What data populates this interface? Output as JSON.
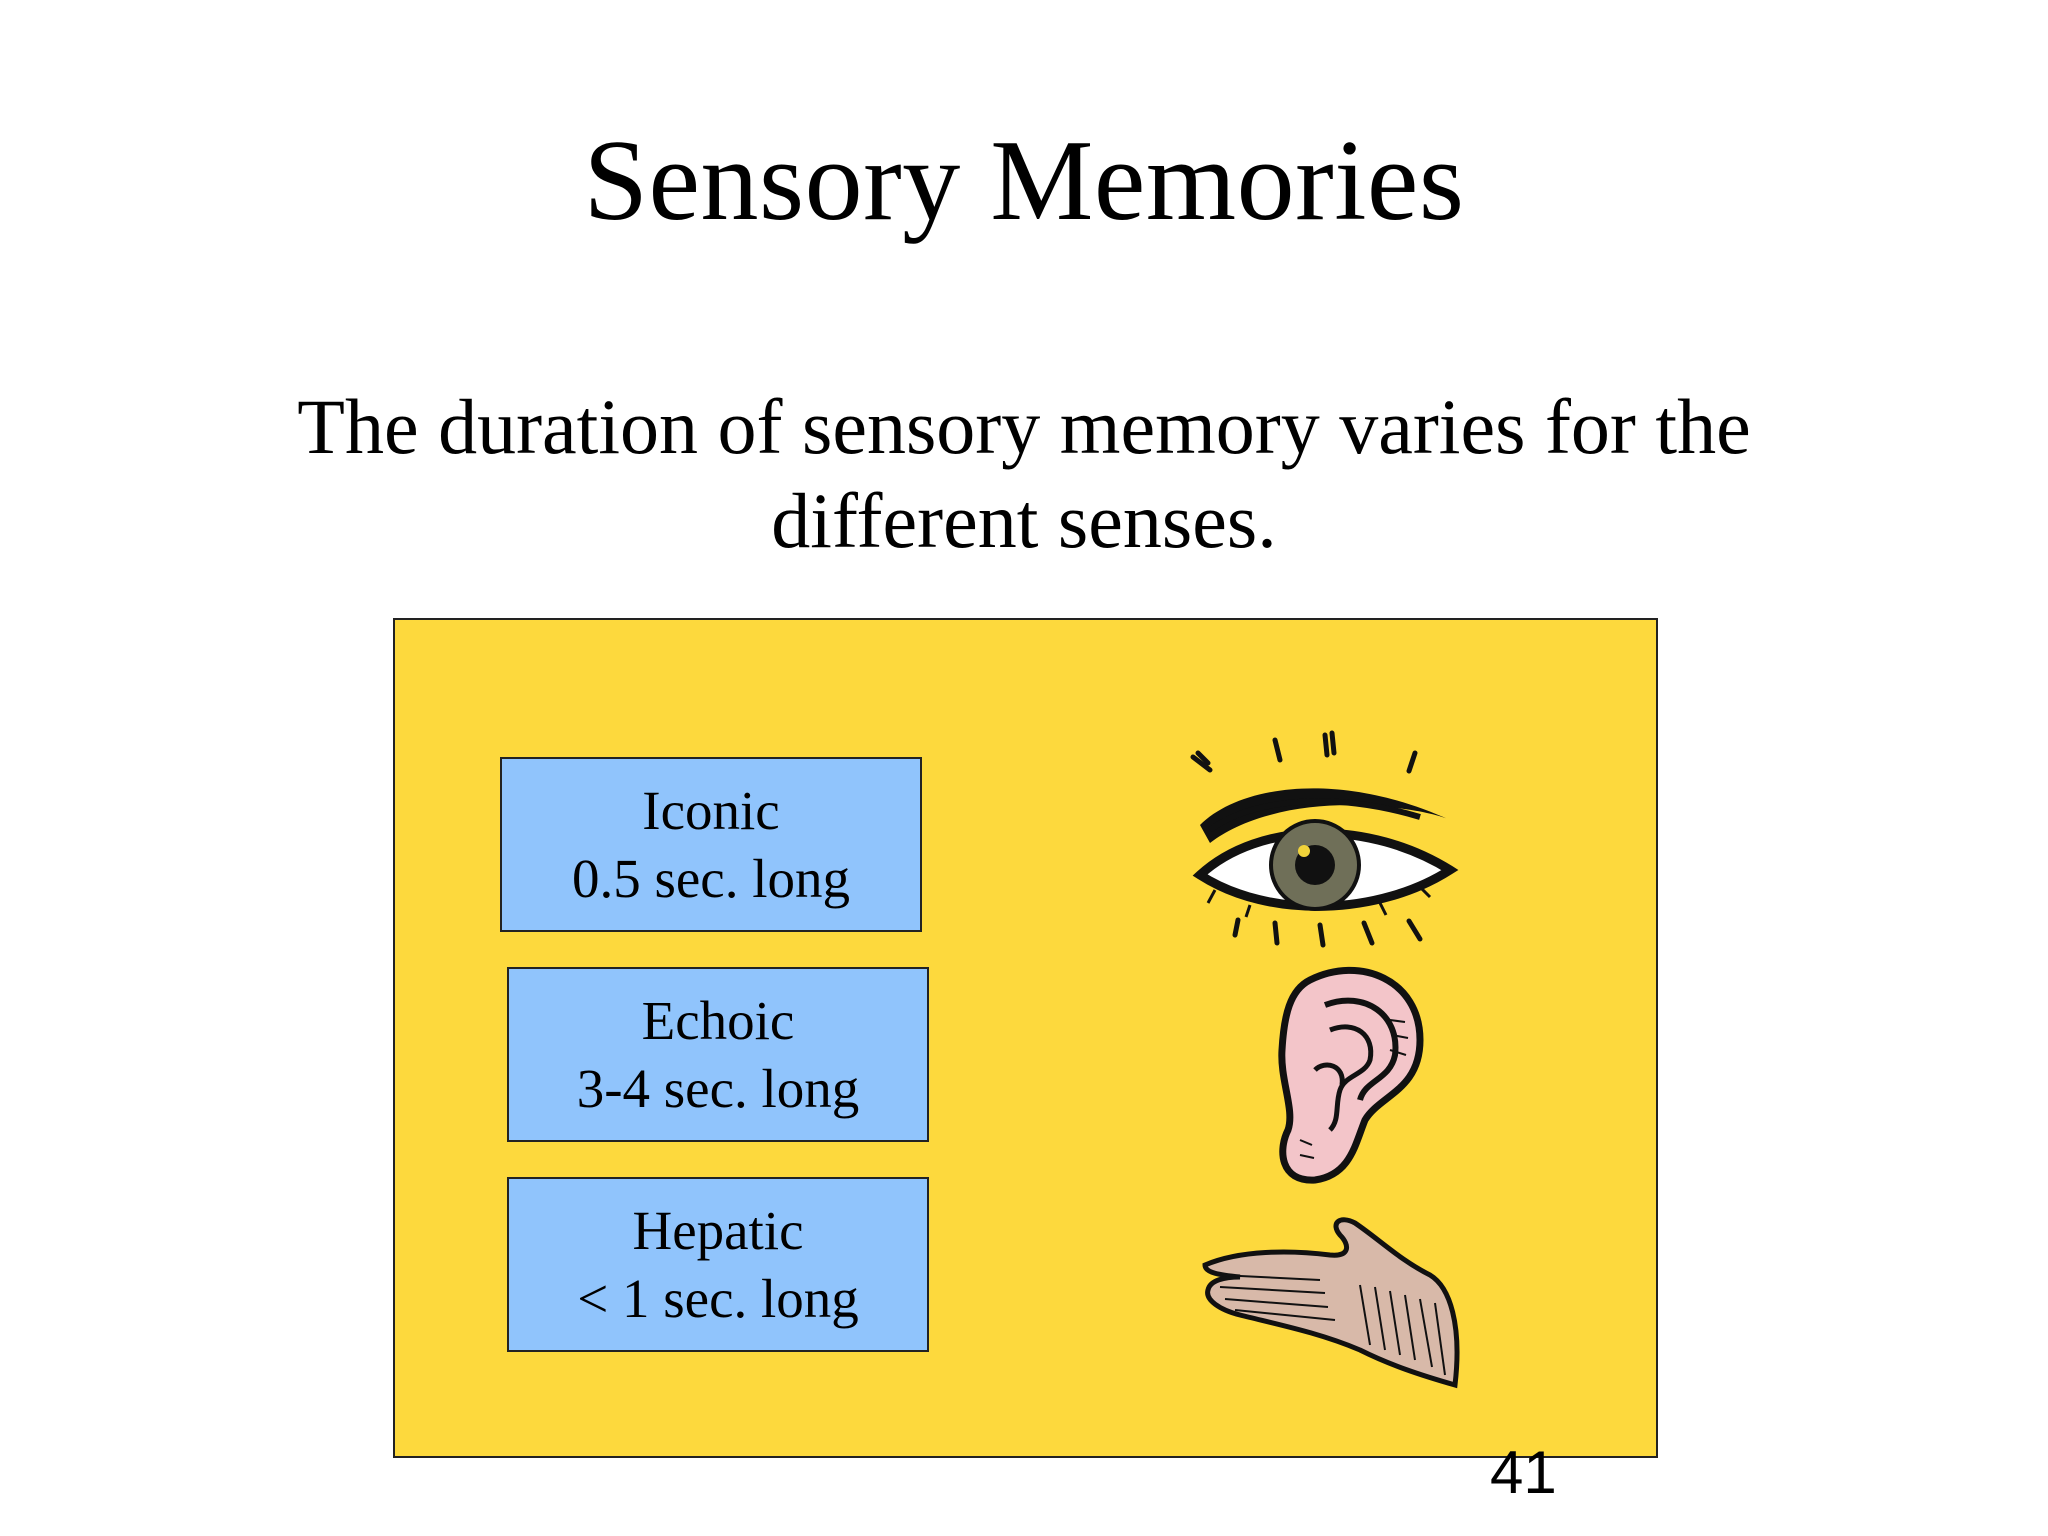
{
  "slide": {
    "title": "Sensory Memories",
    "subtitle": "The duration of sensory memory varies for the different senses.",
    "page_number": "41"
  },
  "memories": [
    {
      "name": "Iconic",
      "duration": "0.5 sec. long",
      "icon": "eye-icon"
    },
    {
      "name": "Echoic",
      "duration": "3-4 sec. long",
      "icon": "ear-icon"
    },
    {
      "name": "Hepatic",
      "duration": "< 1 sec. long",
      "icon": "hand-icon"
    }
  ],
  "colors": {
    "panel": "#fdd93d",
    "box": "#90c4fc",
    "border": "#222222"
  }
}
